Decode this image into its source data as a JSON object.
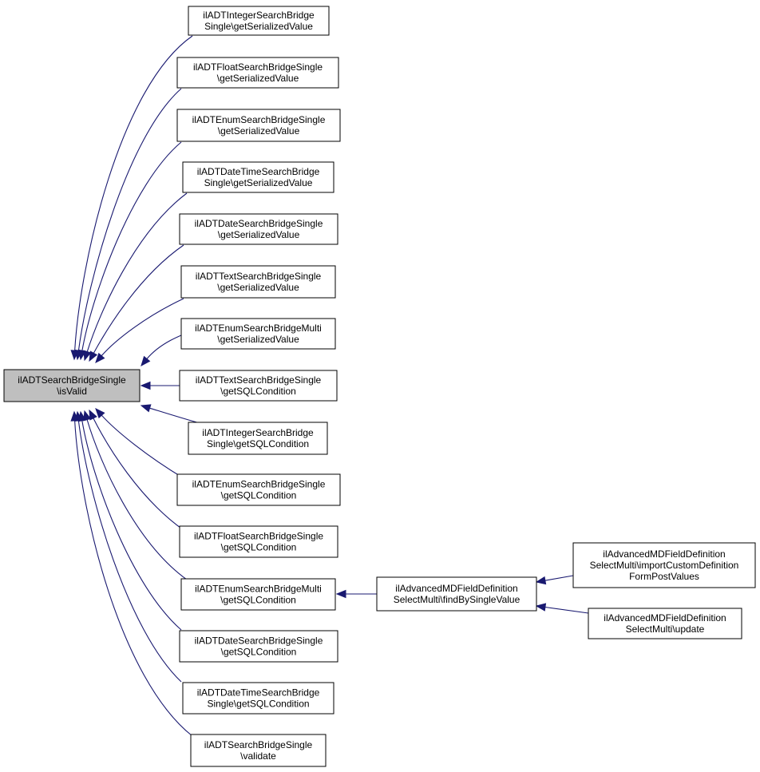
{
  "diagram": {
    "type": "call-graph",
    "colors": {
      "edge": "#191970",
      "root_fill": "#bfbfbf",
      "node_fill": "#ffffff",
      "border": "#000000"
    },
    "nodes": [
      {
        "id": "root",
        "lines": [
          "ilADTSearchBridgeSingle",
          "\\isValid"
        ]
      },
      {
        "id": "n1",
        "lines": [
          "ilADTIntegerSearchBridge",
          "Single\\getSerializedValue"
        ]
      },
      {
        "id": "n2",
        "lines": [
          "ilADTFloatSearchBridgeSingle",
          "\\getSerializedValue"
        ]
      },
      {
        "id": "n3",
        "lines": [
          "ilADTEnumSearchBridgeSingle",
          "\\getSerializedValue"
        ]
      },
      {
        "id": "n4",
        "lines": [
          "ilADTDateTimeSearchBridge",
          "Single\\getSerializedValue"
        ]
      },
      {
        "id": "n5",
        "lines": [
          "ilADTDateSearchBridgeSingle",
          "\\getSerializedValue"
        ]
      },
      {
        "id": "n6",
        "lines": [
          "ilADTTextSearchBridgeSingle",
          "\\getSerializedValue"
        ]
      },
      {
        "id": "n7",
        "lines": [
          "ilADTEnumSearchBridgeMulti",
          "\\getSerializedValue"
        ]
      },
      {
        "id": "n8",
        "lines": [
          "ilADTTextSearchBridgeSingle",
          "\\getSQLCondition"
        ]
      },
      {
        "id": "n9",
        "lines": [
          "ilADTIntegerSearchBridge",
          "Single\\getSQLCondition"
        ]
      },
      {
        "id": "n10",
        "lines": [
          "ilADTEnumSearchBridgeSingle",
          "\\getSQLCondition"
        ]
      },
      {
        "id": "n11",
        "lines": [
          "ilADTFloatSearchBridgeSingle",
          "\\getSQLCondition"
        ]
      },
      {
        "id": "n12",
        "lines": [
          "ilADTEnumSearchBridgeMulti",
          "\\getSQLCondition"
        ]
      },
      {
        "id": "n13",
        "lines": [
          "ilADTDateSearchBridgeSingle",
          "\\getSQLCondition"
        ]
      },
      {
        "id": "n14",
        "lines": [
          "ilADTDateTimeSearchBridge",
          "Single\\getSQLCondition"
        ]
      },
      {
        "id": "n15",
        "lines": [
          "ilADTSearchBridgeSingle",
          "\\validate"
        ]
      },
      {
        "id": "n16",
        "lines": [
          "ilAdvancedMDFieldDefinition",
          "SelectMulti\\findBySingleValue"
        ]
      },
      {
        "id": "n17",
        "lines": [
          "ilAdvancedMDFieldDefinition",
          "SelectMulti\\importCustomDefinition",
          "FormPostValues"
        ]
      },
      {
        "id": "n18",
        "lines": [
          "ilAdvancedMDFieldDefinition",
          "SelectMulti\\update"
        ]
      }
    ],
    "edges": [
      {
        "from": "n1",
        "to": "root"
      },
      {
        "from": "n2",
        "to": "root"
      },
      {
        "from": "n3",
        "to": "root"
      },
      {
        "from": "n4",
        "to": "root"
      },
      {
        "from": "n5",
        "to": "root"
      },
      {
        "from": "n6",
        "to": "root"
      },
      {
        "from": "n7",
        "to": "root"
      },
      {
        "from": "n8",
        "to": "root"
      },
      {
        "from": "n9",
        "to": "root"
      },
      {
        "from": "n10",
        "to": "root"
      },
      {
        "from": "n11",
        "to": "root"
      },
      {
        "from": "n12",
        "to": "root"
      },
      {
        "from": "n13",
        "to": "root"
      },
      {
        "from": "n14",
        "to": "root"
      },
      {
        "from": "n15",
        "to": "root"
      },
      {
        "from": "n16",
        "to": "n12"
      },
      {
        "from": "n17",
        "to": "n16"
      },
      {
        "from": "n18",
        "to": "n16"
      }
    ]
  }
}
